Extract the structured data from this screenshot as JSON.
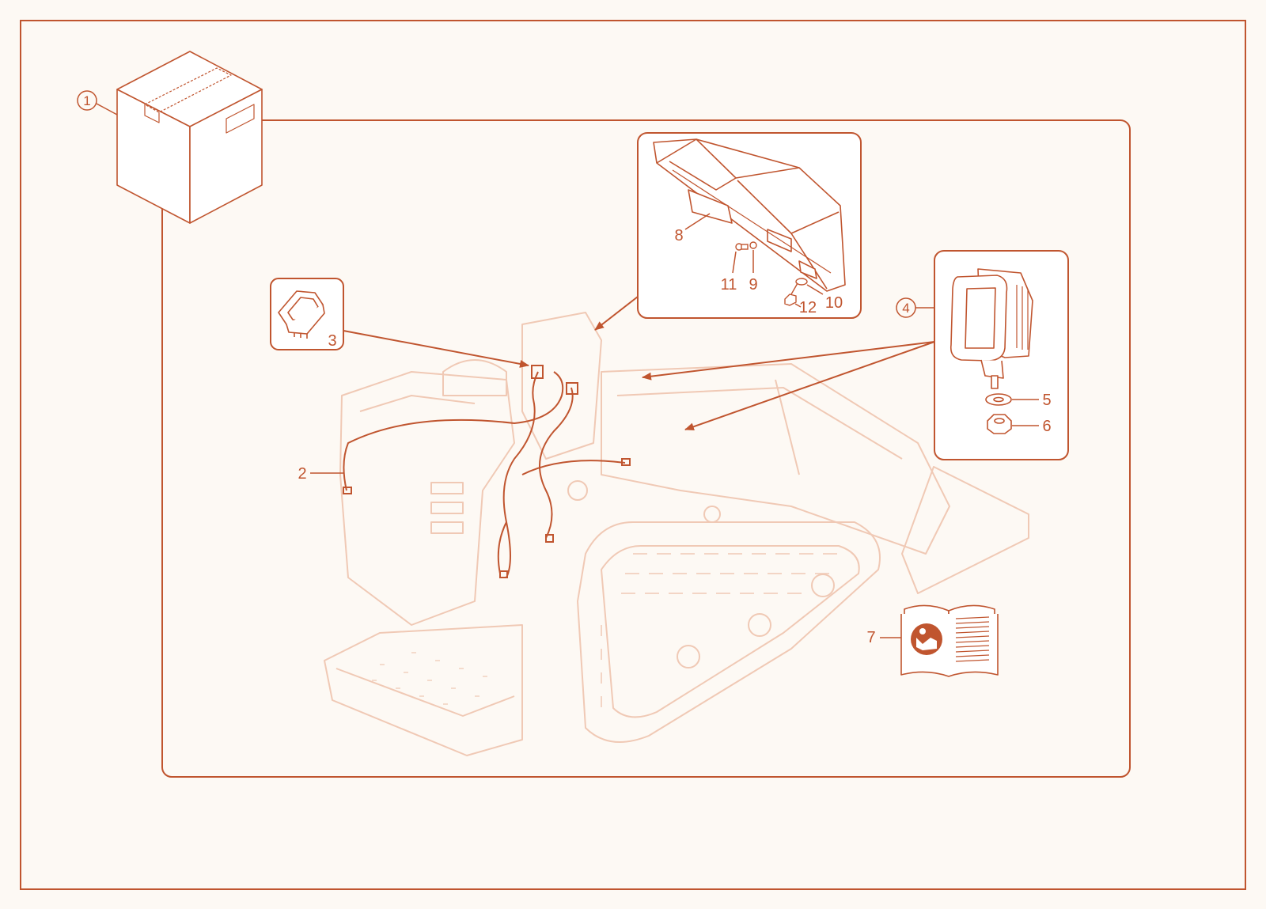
{
  "colors": {
    "accent": "#c0552f",
    "faded": "#f0c9b5",
    "background": "#fdf9f4"
  },
  "callouts": {
    "c1": "1",
    "c2": "2",
    "c3": "3",
    "c4": "4",
    "c5": "5",
    "c6": "6",
    "c7": "7",
    "c8": "8",
    "c9": "9",
    "c10": "10",
    "c11": "11",
    "c12": "12"
  },
  "icons": {
    "box": "cardboard-box-icon",
    "manual": "operator-manual-icon",
    "manual_symbol": "read-manual-icon"
  }
}
